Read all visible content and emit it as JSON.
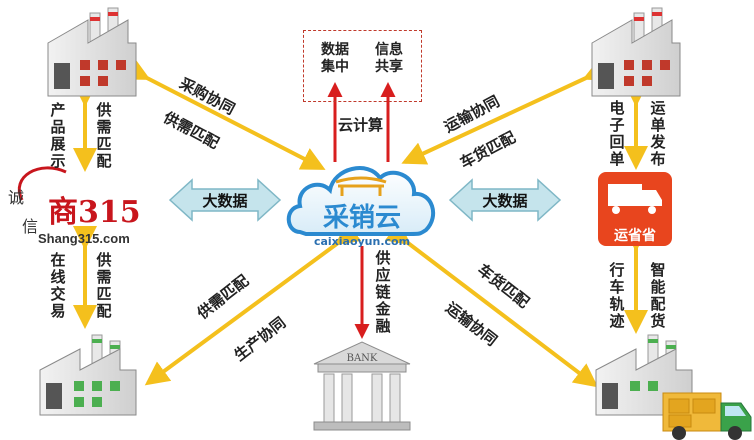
{
  "cloud": {
    "name": "采销云",
    "url": "caixiaoyun.com",
    "outputs": [
      "数据集中",
      "信息共享"
    ],
    "service": "云计算",
    "finance": "供应链金融"
  },
  "partners": {
    "shang315": {
      "slogan_left": "诚",
      "slogan_right": "信",
      "brand": "商315",
      "url": "Shang315.com"
    },
    "yunshengsheng": {
      "name": "运省省"
    },
    "bank": {
      "sign": "BANK"
    }
  },
  "big_data": {
    "left": "大数据",
    "right": "大数据"
  },
  "edges": {
    "top_left": [
      "采购协同",
      "供需匹配"
    ],
    "top_right": [
      "运输协同",
      "车货匹配"
    ],
    "bottom_left": [
      "供需匹配",
      "生产协同"
    ],
    "bottom_right": [
      "车货匹配",
      "运输协同"
    ]
  },
  "vertical_labels": {
    "left_top_a": "产品展示",
    "left_top_b": "供需匹配",
    "left_bottom_a": "在线交易",
    "left_bottom_b": "供需匹配",
    "right_top_a": "电子回单",
    "right_top_b": "运单发布",
    "right_bottom_a": "行车轨迹",
    "right_bottom_b": "智能配货"
  },
  "colors": {
    "arrow_yellow": "#f4c01d",
    "arrow_red": "#d81e1e",
    "bigdata_fill": "#c5e4ec",
    "cloud_blue": "#2b8ad0",
    "logo_red": "#c8161d",
    "yss_orange": "#e8451e"
  }
}
